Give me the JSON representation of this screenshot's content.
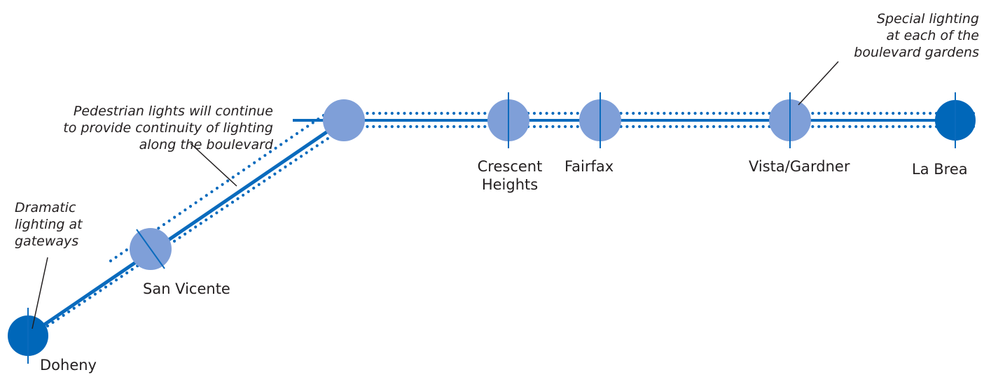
{
  "colors": {
    "route": "#0a6bbd",
    "gateway_node": "#0067b9",
    "intersection_node": "#7f9fd8",
    "text": "#231f20"
  },
  "nodes": [
    {
      "id": "doheny",
      "type": "gateway",
      "label_lines": [
        "Doheny"
      ]
    },
    {
      "id": "san-vicente",
      "type": "intersection",
      "label_lines": [
        "San Vicente"
      ]
    },
    {
      "id": "bend",
      "type": "intersection",
      "label_lines": []
    },
    {
      "id": "crescent-heights",
      "type": "intersection",
      "label_lines": [
        "Crescent",
        "Heights"
      ]
    },
    {
      "id": "fairfax",
      "type": "intersection",
      "label_lines": [
        "Fairfax"
      ]
    },
    {
      "id": "vista-gardner",
      "type": "intersection",
      "label_lines": [
        "Vista/Gardner"
      ]
    },
    {
      "id": "la-brea",
      "type": "gateway",
      "label_lines": [
        "La Brea"
      ]
    }
  ],
  "annotations": {
    "gateways": {
      "lines": [
        "Dramatic",
        "lighting at",
        "gateways"
      ]
    },
    "pedestrian": {
      "lines": [
        "Pedestrian lights will continue",
        "to provide continuity of lighting",
        "along the boulevard"
      ]
    },
    "gardens": {
      "lines": [
        "Special lighting",
        "at each of the",
        "boulevard gardens"
      ]
    }
  }
}
